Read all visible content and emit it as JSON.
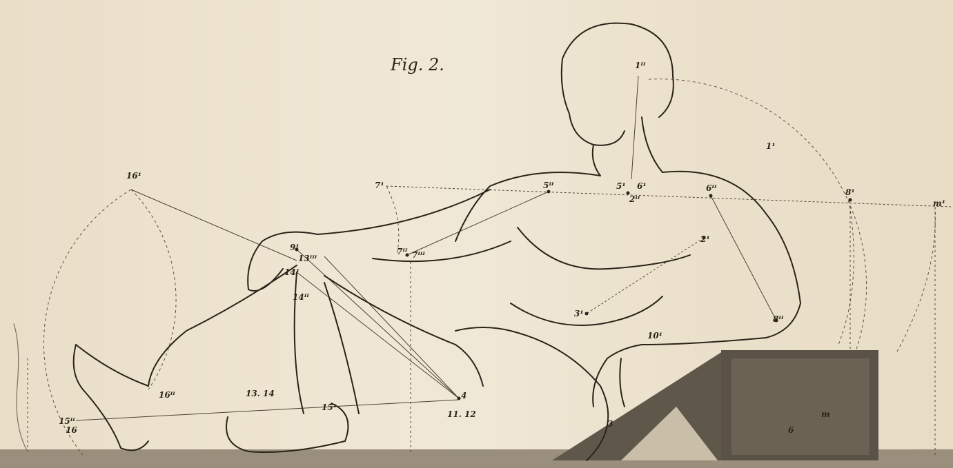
{
  "figure": {
    "title": "Fig. 2.",
    "subject": "reclining-male-figure-proportion-study"
  },
  "point_labels": [
    {
      "id": "p16a",
      "text": "16¹"
    },
    {
      "id": "p7a",
      "text": "7¹"
    },
    {
      "id": "p5b",
      "text": "5ᴵᴵ"
    },
    {
      "id": "p5a",
      "text": "5¹"
    },
    {
      "id": "p6a",
      "text": "6¹"
    },
    {
      "id": "p2b",
      "text": "2ᴵᴵ"
    },
    {
      "id": "p6b",
      "text": "6ᴵᴵ"
    },
    {
      "id": "p8a",
      "text": "8¹"
    },
    {
      "id": "pm",
      "text": "m¹"
    },
    {
      "id": "p1a",
      "text": "1¹"
    },
    {
      "id": "p1b",
      "text": "1ᴵᴵ"
    },
    {
      "id": "p9a",
      "text": "9¹"
    },
    {
      "id": "p13c",
      "text": "13ᴵᴵᴵ"
    },
    {
      "id": "p14a",
      "text": "14¹"
    },
    {
      "id": "p14b",
      "text": "14ᴵᴵ"
    },
    {
      "id": "p7b",
      "text": "7ᴵᴵ"
    },
    {
      "id": "p7c",
      "text": "7ᴵᴵᴵ"
    },
    {
      "id": "p2a",
      "text": "2¹"
    },
    {
      "id": "p3a",
      "text": "3¹"
    },
    {
      "id": "p10a",
      "text": "10¹"
    },
    {
      "id": "p8b",
      "text": "8ᴵᴵ"
    },
    {
      "id": "p16b",
      "text": "16ᴵᴵ"
    },
    {
      "id": "p13",
      "text": "13. 14"
    },
    {
      "id": "p15a",
      "text": "15¹"
    },
    {
      "id": "p4",
      "text": "4"
    },
    {
      "id": "p1112",
      "text": "11. 12"
    },
    {
      "id": "p15b",
      "text": "15ᴵᴵ"
    },
    {
      "id": "p16",
      "text": "16"
    },
    {
      "id": "p3",
      "text": "3"
    },
    {
      "id": "p6",
      "text": "6"
    },
    {
      "id": "pm2",
      "text": "m"
    }
  ]
}
